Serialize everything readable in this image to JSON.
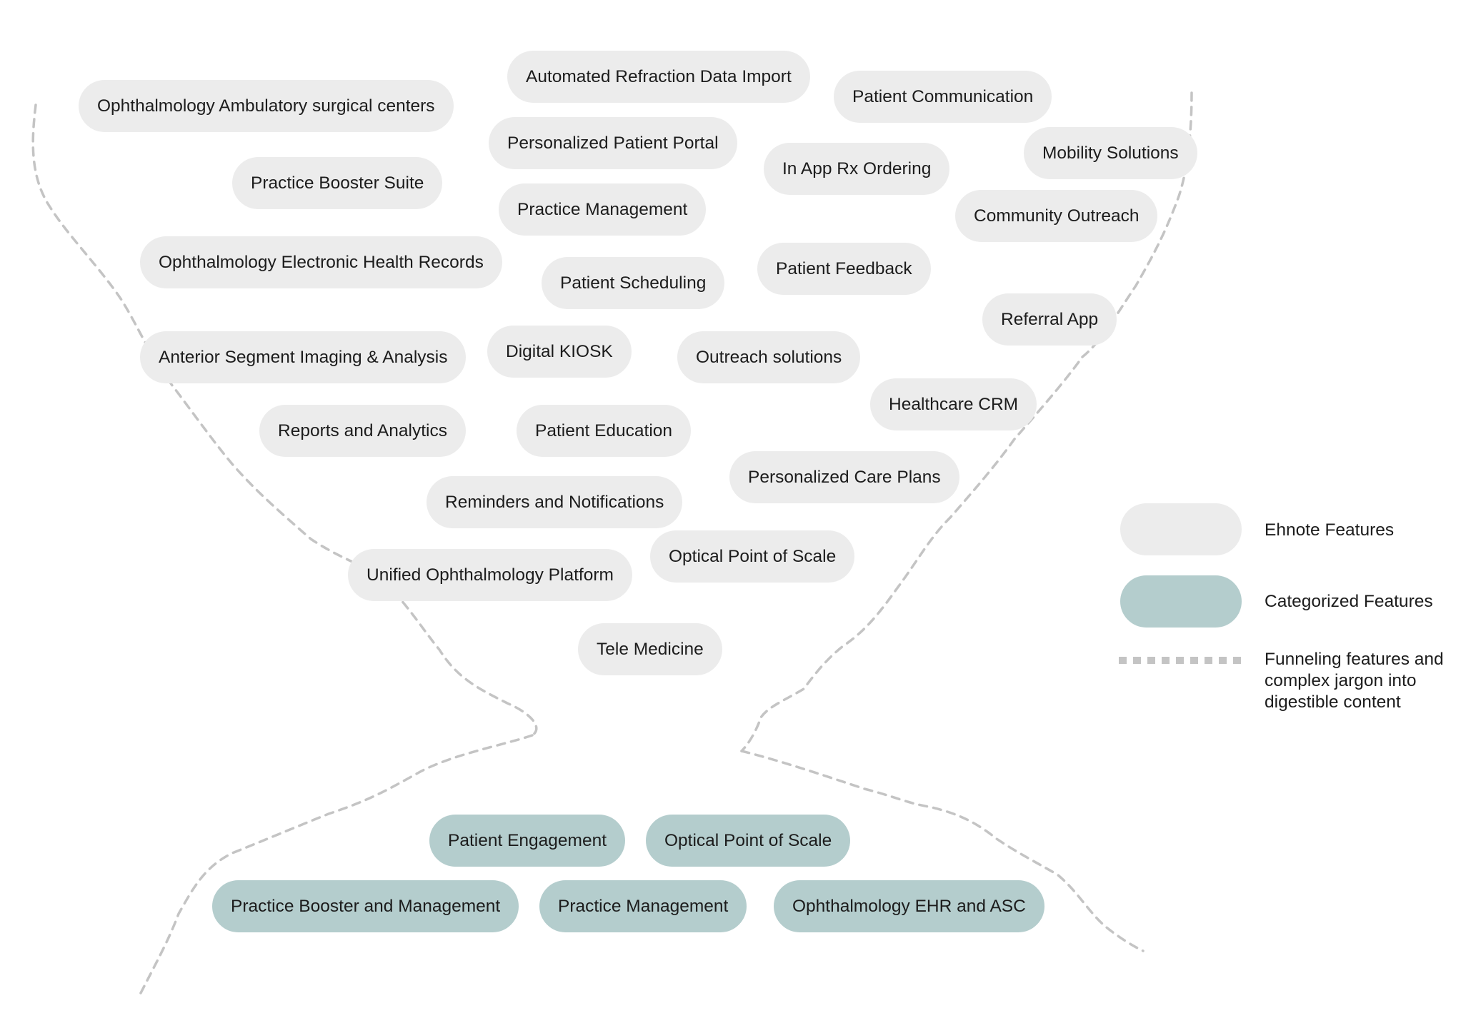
{
  "colors": {
    "ehnote_fill": "#ececec",
    "category_fill": "#b4cdcd",
    "funnel_line": "#c4c4c4",
    "text": "#1c1c1c"
  },
  "ehnote_features": [
    "Automated Refraction Data Import",
    "Ophthalmology Ambulatory surgical centers",
    "Patient Communication",
    "Personalized Patient Portal",
    "Mobility Solutions",
    "In App Rx Ordering",
    "Practice Booster Suite",
    "Practice Management",
    "Community Outreach",
    "Ophthalmology Electronic Health Records",
    "Patient Feedback",
    "Patient Scheduling",
    "Referral App",
    "Digital KIOSK",
    "Anterior Segment Imaging & Analysis",
    "Outreach solutions",
    "Healthcare CRM",
    "Reports and Analytics",
    "Patient Education",
    "Personalized Care Plans",
    "Reminders and Notifications",
    "Optical Point of Scale",
    "Unified Ophthalmology Platform",
    "Tele Medicine"
  ],
  "categorized_features": [
    "Patient Engagement",
    "Optical Point of Scale",
    "Practice Booster and Management",
    "Practice Management",
    "Ophthalmology EHR and ASC"
  ],
  "legend": {
    "ehnote": "Ehnote Features",
    "categorized": "Categorized Features",
    "funnel": "Funneling features and\ncomplex jargon into\ndigestible content"
  }
}
